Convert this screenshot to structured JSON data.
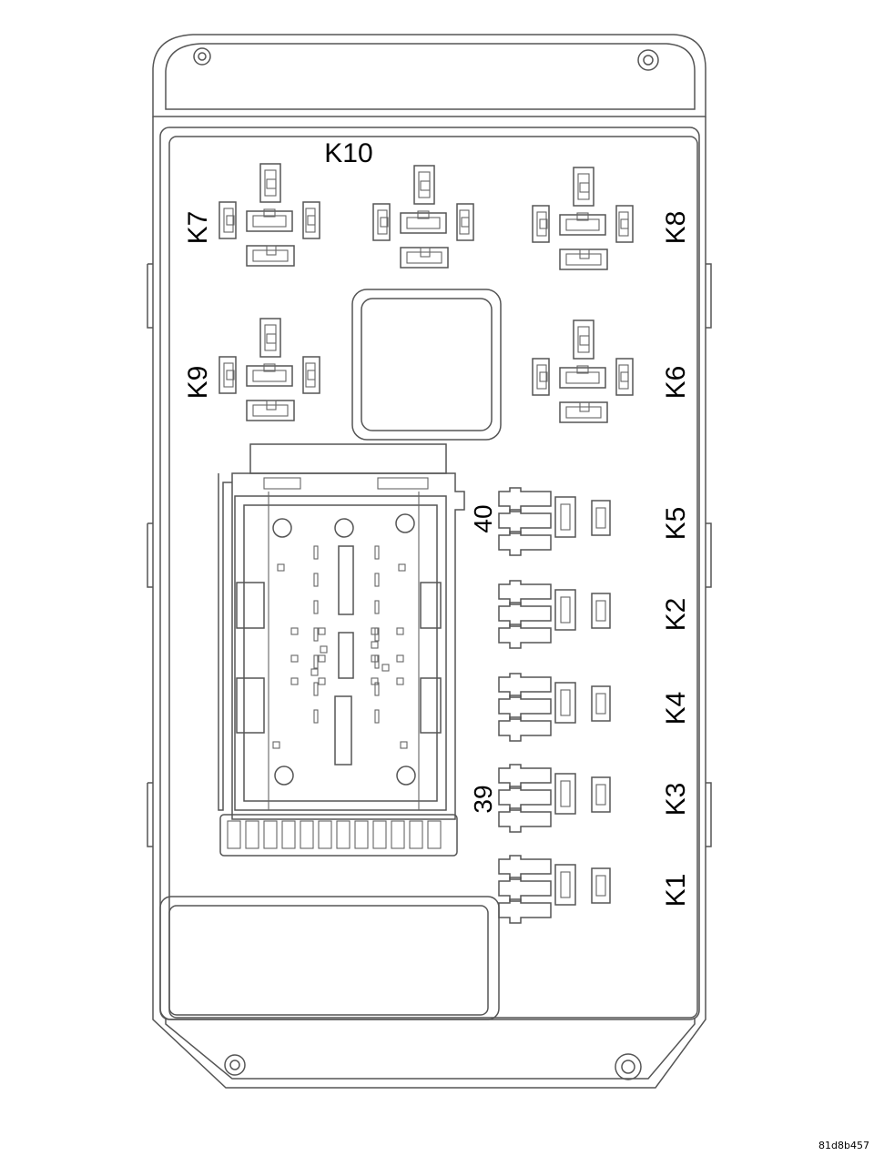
{
  "labels": {
    "k10": "K10",
    "k7": "K7",
    "k8": "K8",
    "k9": "K9",
    "k6": "K6",
    "k5": "K5",
    "k2": "K2",
    "k4": "K4",
    "k3": "K3",
    "k1": "K1",
    "fuse_40": "40",
    "fuse_39": "39"
  },
  "reference_code": "81d8b457"
}
